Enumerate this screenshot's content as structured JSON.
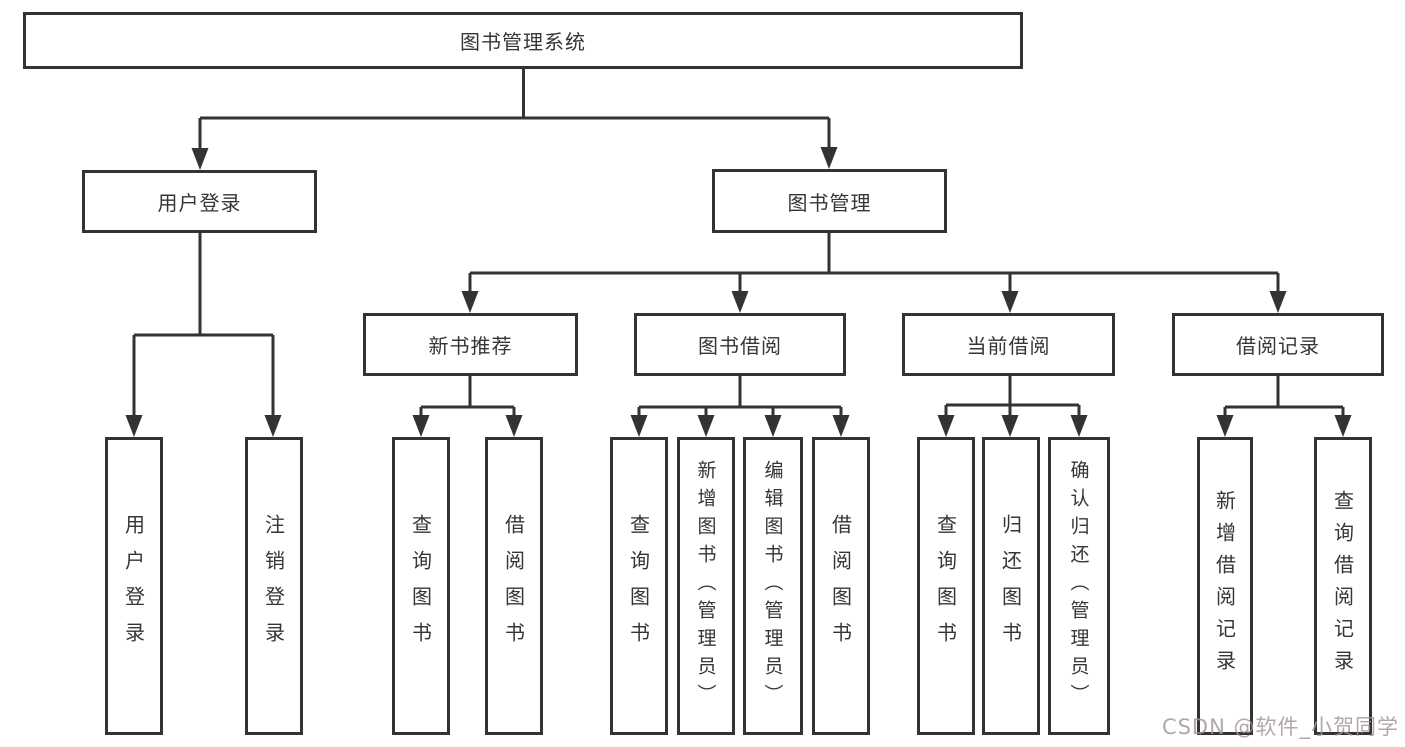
{
  "tree": {
    "label": "图书管理系统",
    "children": [
      {
        "label": "用户登录",
        "children": [
          {
            "label": "用户登录"
          },
          {
            "label": "注销登录"
          }
        ]
      },
      {
        "label": "图书管理",
        "children": [
          {
            "label": "新书推荐",
            "children": [
              {
                "label": "查询图书"
              },
              {
                "label": "借阅图书"
              }
            ]
          },
          {
            "label": "图书借阅",
            "children": [
              {
                "label": "查询图书"
              },
              {
                "label": "新增图书（管理员）"
              },
              {
                "label": "编辑图书（管理员）"
              },
              {
                "label": "借阅图书"
              }
            ]
          },
          {
            "label": "当前借阅",
            "children": [
              {
                "label": "查询图书"
              },
              {
                "label": "归还图书"
              },
              {
                "label": "确认归还（管理员）"
              }
            ]
          },
          {
            "label": "借阅记录",
            "children": [
              {
                "label": "新增借阅记录"
              },
              {
                "label": "查询借阅记录"
              }
            ]
          }
        ]
      }
    ]
  },
  "watermark": "CSDN @软件_小贺同学",
  "colors": {
    "line": "#333333",
    "box_border": "#333333",
    "text": "#35353a",
    "background": "#ffffff",
    "watermark": "#a49898"
  }
}
